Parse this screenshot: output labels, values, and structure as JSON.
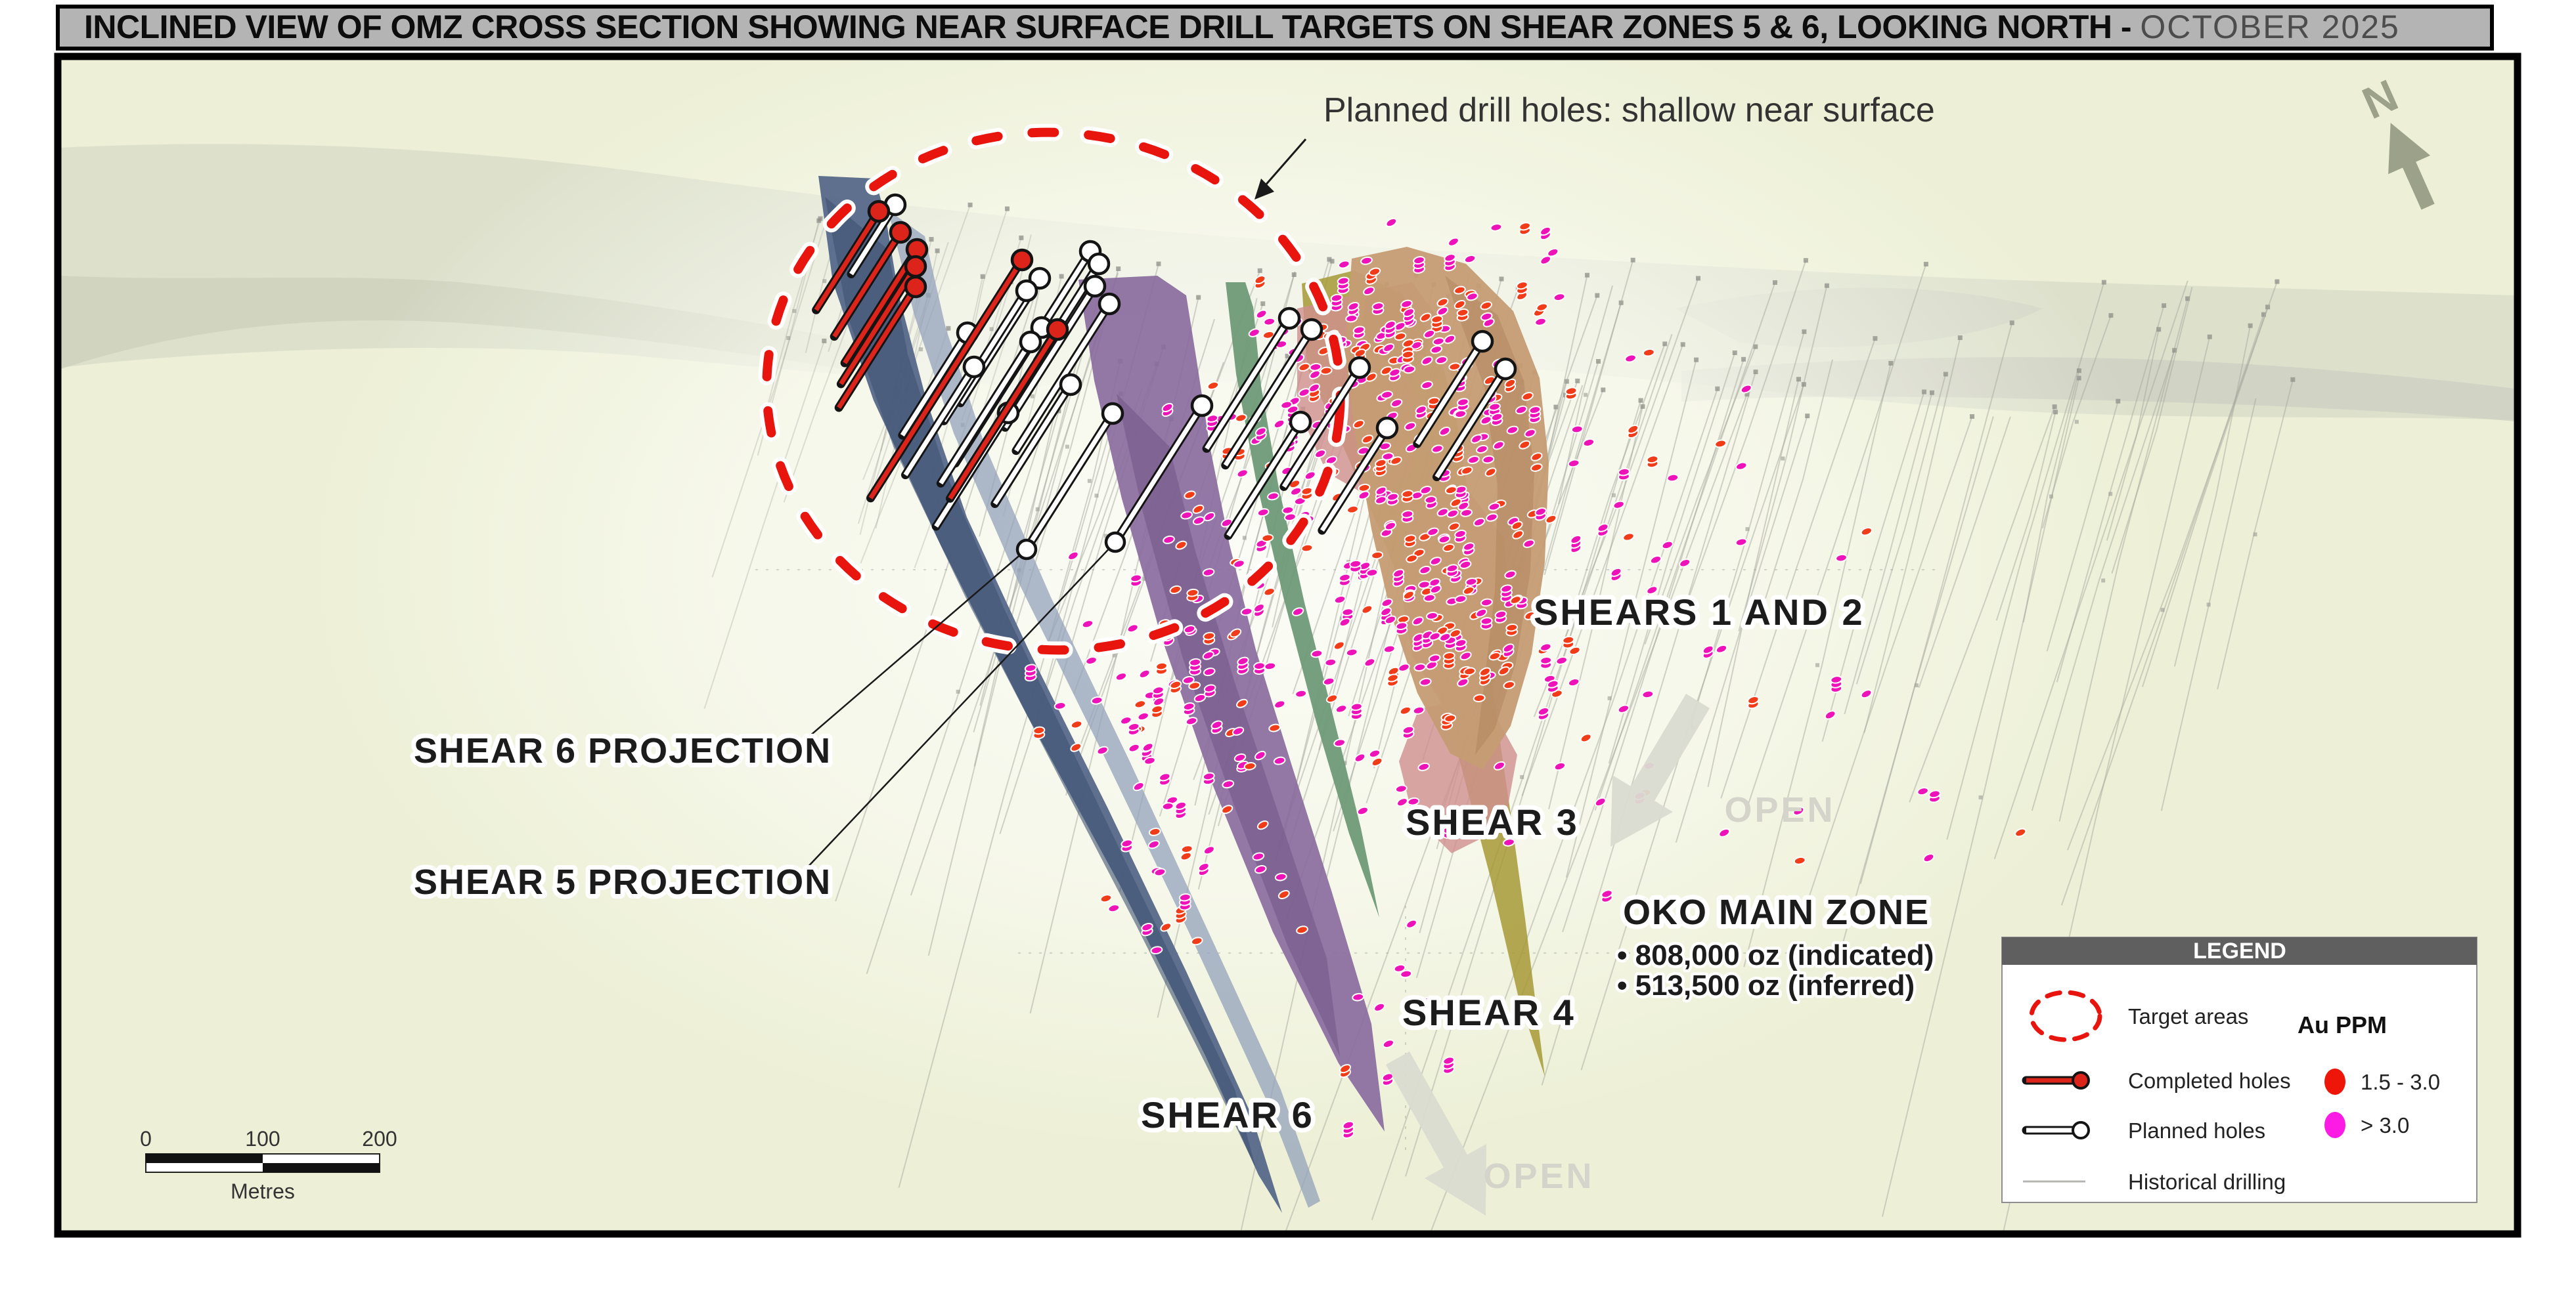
{
  "title": {
    "main": "INCLINED VIEW OF OMZ CROSS SECTION SHOWING NEAR SURFACE DRILL TARGETS ON SHEAR ZONES 5 & 6, LOOKING NORTH - ",
    "date": "OCTOBER 2025"
  },
  "annotation": {
    "text": "Planned drill holes: shallow near surface"
  },
  "labels": {
    "shears12": "SHEARS 1 AND 2",
    "shear3": "SHEAR 3",
    "shear4": "SHEAR 4",
    "shear6": "SHEAR 6",
    "shear6proj": "SHEAR 6 PROJECTION",
    "shear5proj": "SHEAR 5 PROJECTION",
    "open_right": "OPEN",
    "open_bottom": "OPEN"
  },
  "oko": {
    "title": "OKO MAIN ZONE",
    "bullet1": "• 808,000 oz (indicated)",
    "bullet2": "• 513,500 oz (inferred)"
  },
  "north": {
    "label": "N"
  },
  "scalebar": {
    "t0": "0",
    "t100": "100",
    "t200": "200",
    "unit": "Metres"
  },
  "legend": {
    "title": "LEGEND",
    "items": [
      "Target areas",
      "Completed holes",
      "Planned holes",
      "Historical drilling"
    ],
    "au": {
      "header": "Au PPM",
      "r1": "1.5 - 3.0",
      "r2": "> 3.0"
    }
  },
  "colors": {
    "title_bg": "#b4b4b4",
    "plot_bg": "#edf0d6",
    "band": "#d9dcc9",
    "band_dark": "#c9cdb8",
    "target_dash": "#e8140e",
    "completed": "#dd241b",
    "planned": "#ffffff",
    "marker_magenta": "#ee13b8",
    "marker_red": "#f03c18",
    "legend_red": "#ee1509",
    "legend_magenta": "#fb1be4",
    "trace": "#a8a9a0",
    "open_gray": "#d4d4ca",
    "arrow_gray": "#dadbd1",
    "north_gray": "#9ba289"
  },
  "scene": {
    "holes": {
      "dir": [
        -0.536,
        0.844
      ],
      "completed": [
        [
          1338,
          322,
          178
        ],
        [
          1371,
          354,
          188
        ],
        [
          1396,
          380,
          205
        ],
        [
          1394,
          406,
          212
        ],
        [
          1394,
          437,
          218
        ],
        [
          1556,
          396,
          430
        ],
        [
          1610,
          502,
          305
        ]
      ],
      "planned": [
        [
          1363,
          312,
          125
        ],
        [
          1660,
          383,
          165
        ],
        [
          1673,
          402,
          175
        ],
        [
          1667,
          436,
          255
        ],
        [
          1689,
          463,
          265
        ],
        [
          1583,
          424,
          225
        ],
        [
          1563,
          443,
          235
        ],
        [
          1586,
          499,
          245
        ],
        [
          1569,
          521,
          255
        ],
        [
          1473,
          507,
          185
        ],
        [
          1483,
          559,
          195
        ],
        [
          1535,
          629,
          205
        ],
        [
          1630,
          586,
          215
        ],
        [
          1694,
          630,
          245
        ],
        [
          1830,
          618,
          247
        ],
        [
          1963,
          485,
          235
        ],
        [
          1997,
          502,
          245
        ],
        [
          1980,
          643,
          205
        ],
        [
          2257,
          520,
          185
        ],
        [
          2292,
          562,
          195
        ],
        [
          2070,
          560,
          215
        ],
        [
          2112,
          652,
          185
        ]
      ]
    },
    "toe_dots": [
      [
        1563,
        837
      ],
      [
        1698,
        826
      ]
    ],
    "leaders": [
      [
        1225,
        1128,
        1563,
        837
      ],
      [
        1225,
        1326,
        1698,
        826
      ]
    ],
    "traces": [
      {
        "seed": 11,
        "n": 115,
        "x0": [
          1580,
          3500
        ],
        "y0": [
          395,
          640
        ],
        "len": [
          280,
          950
        ],
        "op": 0.5
      },
      {
        "seed": 29,
        "n": 20,
        "x0": [
          1150,
          1620
        ],
        "y0": [
          300,
          520
        ],
        "len": [
          200,
          460
        ],
        "op": 0.35
      }
    ],
    "marker_clusters": [
      [
        2190,
        700,
        140,
        260,
        150
      ],
      [
        2230,
        1000,
        100,
        150,
        50
      ],
      [
        2080,
        850,
        110,
        300,
        80
      ],
      [
        2120,
        480,
        170,
        70,
        55
      ],
      [
        1880,
        950,
        120,
        280,
        70
      ],
      [
        1800,
        1250,
        90,
        160,
        30
      ],
      [
        2460,
        900,
        150,
        350,
        45
      ],
      [
        2850,
        1000,
        180,
        260,
        14
      ],
      [
        1730,
        1020,
        110,
        110,
        30
      ],
      [
        2100,
        1530,
        110,
        150,
        16
      ],
      [
        1960,
        640,
        90,
        120,
        30
      ]
    ]
  }
}
